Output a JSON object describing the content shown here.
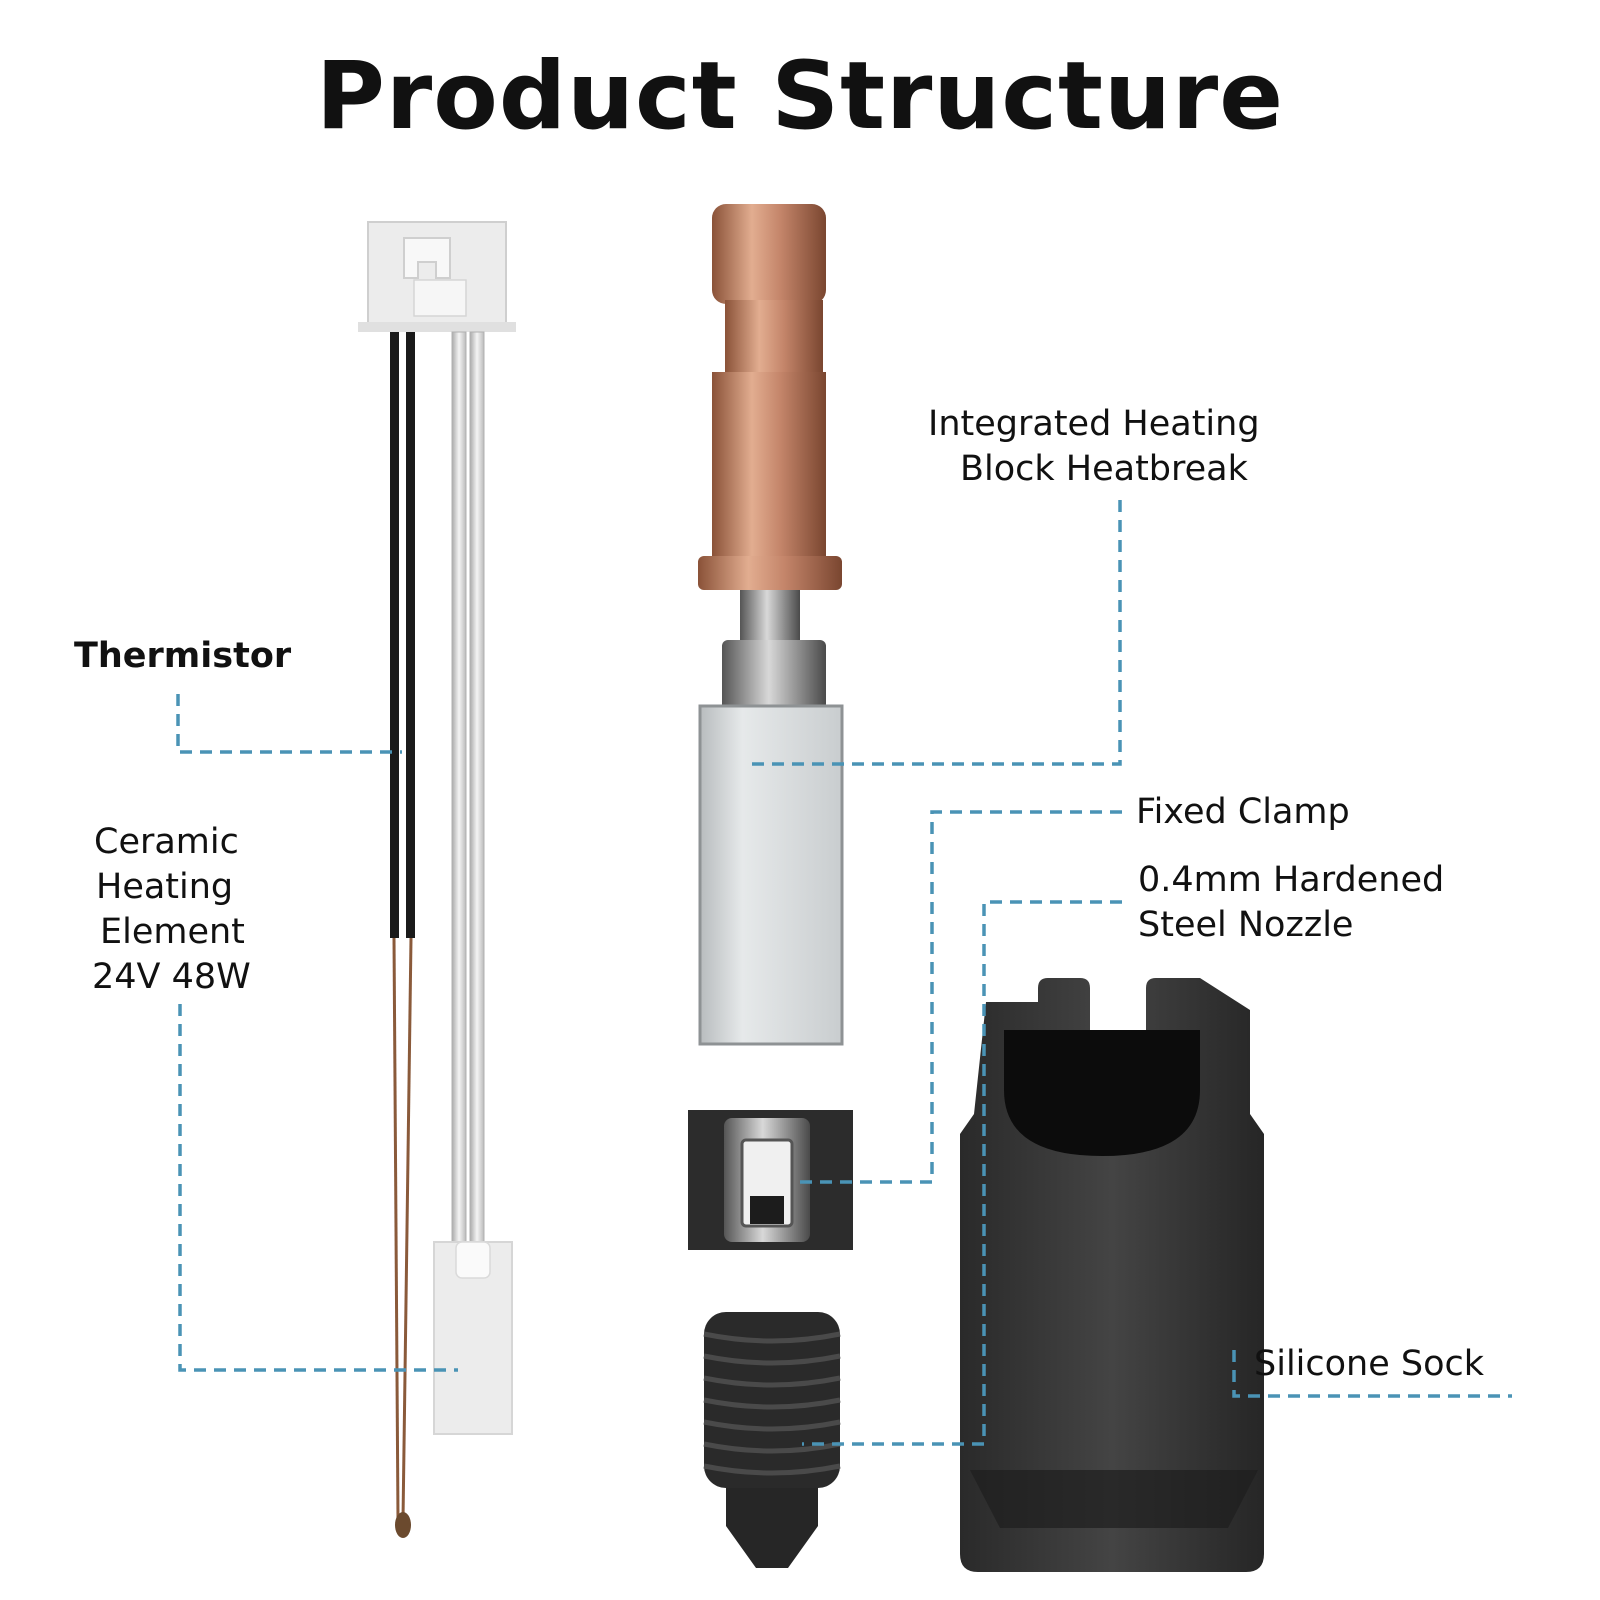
{
  "title": "Product Structure",
  "labels": {
    "thermistor": "Thermistor",
    "ceramic": [
      "Ceramic",
      "Heating",
      "Element",
      "24V 48W"
    ],
    "heatbreak": [
      "Integrated Heating",
      "Block Heatbreak"
    ],
    "clamp": "Fixed Clamp",
    "nozzle": [
      "0.4mm Hardened",
      "Steel Nozzle"
    ],
    "sock": "Silicone Sock"
  },
  "colors": {
    "leader": "#4a93b5",
    "copper": "#b9785a",
    "steel": "#9a9a9a",
    "ceramic_block": "#d9dcdd",
    "black_part": "#222222"
  }
}
